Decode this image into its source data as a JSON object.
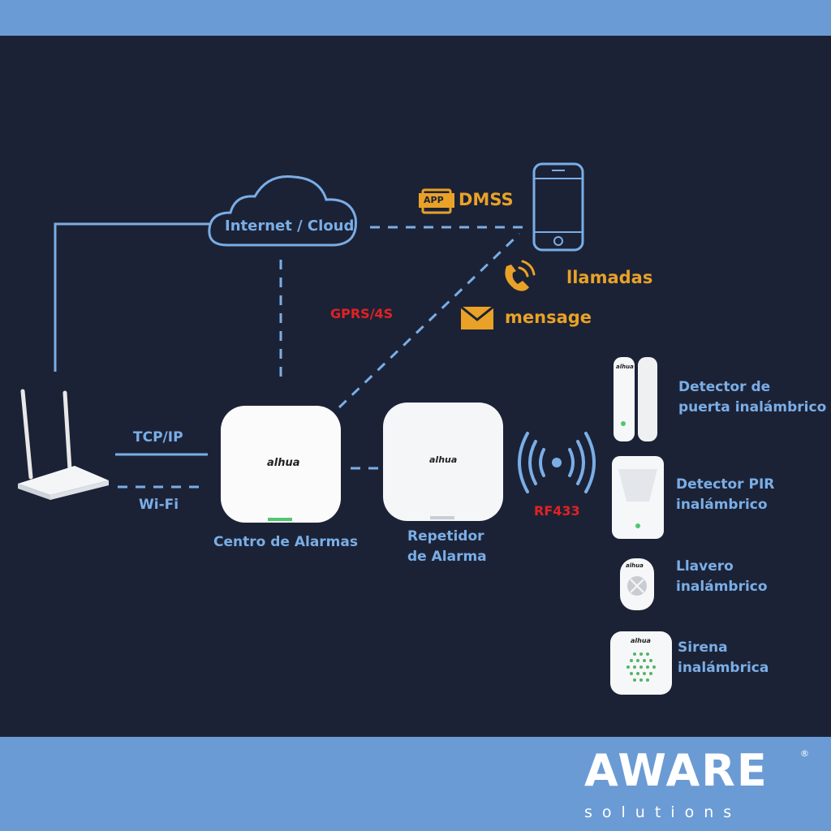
{
  "cloud_label": "Internet / Cloud",
  "app_badge": "APP",
  "dmss_label": "DMSS",
  "calls_label": "llamadas",
  "message_label": "mensage",
  "gprs_label": "GPRS/4S",
  "tcpip_label": "TCP/IP",
  "wifi_label": "Wi-Fi",
  "hub_label": "Centro de Alarmas",
  "repeater_label_line1": "Repetidor",
  "repeater_label_line2": "de Alarma",
  "rf_label": "RF433",
  "brand_mark": "alhua",
  "devices": [
    {
      "line1": "Detector de",
      "line2": "puerta inalámbrico"
    },
    {
      "line1": "Detector PIR",
      "line2": "inalámbrico"
    },
    {
      "line1": "Llavero",
      "line2": "inalámbrico"
    },
    {
      "line1": "Sirena",
      "line2": "inalámbrica"
    }
  ],
  "logo": {
    "main": "AWARE",
    "sub": "solutions",
    "reg": "®"
  },
  "colors": {
    "background": "#1c2236",
    "band": "#6b9bd4",
    "line": "#7aaee6",
    "accent": "#e9a227",
    "alert": "#e02222"
  },
  "icons": [
    "cloud-icon",
    "smartphone-icon",
    "app-icon",
    "phone-call-icon",
    "envelope-icon",
    "wifi-router-icon",
    "wireless-signal-icon",
    "alarm-hub-icon",
    "repeater-icon",
    "door-sensor-icon",
    "pir-sensor-icon",
    "keyfob-icon",
    "siren-icon"
  ]
}
